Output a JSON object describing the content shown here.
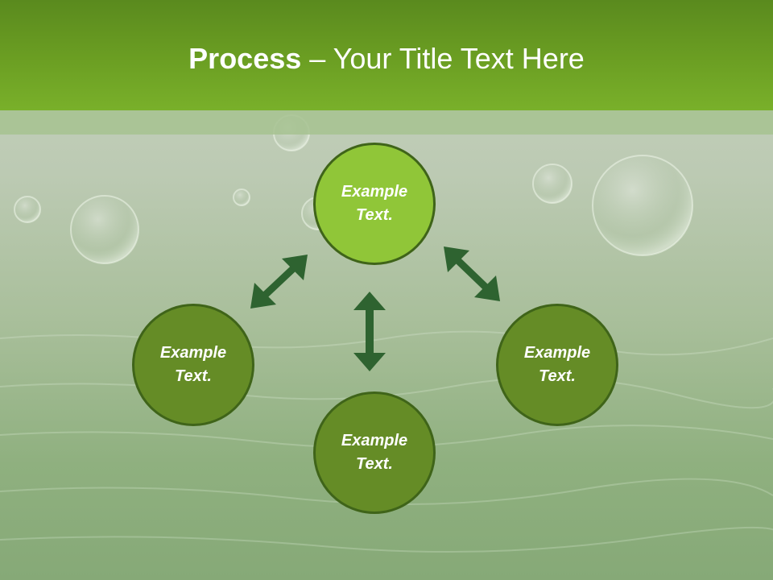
{
  "header": {
    "title_bold": "Process",
    "title_rest": " – Your Title Text Here"
  },
  "nodes": {
    "top": "Example Text.",
    "left": "Example Text.",
    "right": "Example Text.",
    "bottom": "Example Text."
  },
  "colors": {
    "header": "#6a9d22",
    "node_dark": "#658c26",
    "node_light": "#90c638",
    "arrow": "#2e6330"
  }
}
